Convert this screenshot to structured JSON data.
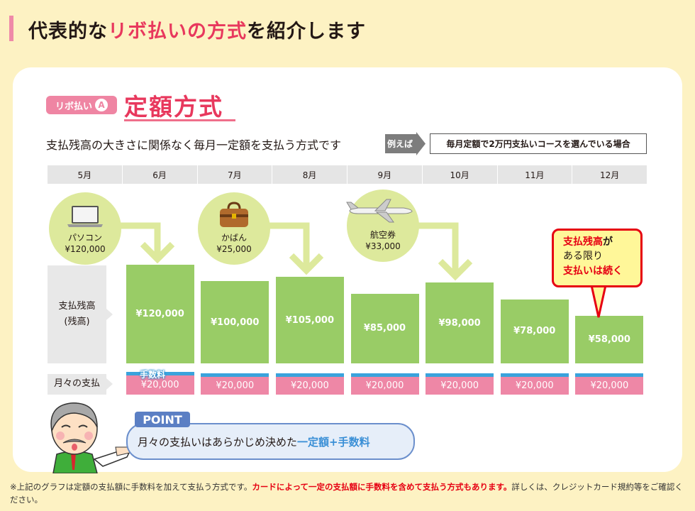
{
  "header": {
    "title_pre": "代表的な",
    "title_highlight": "リボ払いの方式",
    "title_post": "を紹介します"
  },
  "section": {
    "badge_label": "リボ払い",
    "badge_letter": "A",
    "method_title": "定額方式",
    "description": "支払残高の大きさに関係なく毎月一定額を支払う方式です",
    "example_label": "例えば",
    "example_text": "毎月定額で2万円支払いコースを選んでいる場合"
  },
  "months": [
    "5月",
    "6月",
    "7月",
    "8月",
    "9月",
    "10月",
    "11月",
    "12月"
  ],
  "purchases": [
    {
      "item": "パソコン",
      "price": "¥120,000",
      "icon": "laptop-icon"
    },
    {
      "item": "かばん",
      "price": "¥25,000",
      "icon": "bag-icon"
    },
    {
      "item": "航空券",
      "price": "¥33,000",
      "icon": "airplane-icon"
    }
  ],
  "row_labels": {
    "balance_line1": "支払残高",
    "balance_line2": "(残高)",
    "monthly": "月々の支払"
  },
  "chart_data": {
    "type": "bar",
    "categories": [
      "6月",
      "7月",
      "8月",
      "9月",
      "10月",
      "11月",
      "12月"
    ],
    "balance_values": [
      120000,
      100000,
      105000,
      85000,
      98000,
      78000,
      58000
    ],
    "balance_labels": [
      "¥120,000",
      "¥100,000",
      "¥105,000",
      "¥85,000",
      "¥98,000",
      "¥78,000",
      "¥58,000"
    ],
    "payment_values": [
      20000,
      20000,
      20000,
      20000,
      20000,
      20000,
      20000
    ],
    "payment_labels": [
      "¥20,000",
      "¥20,000",
      "¥20,000",
      "¥20,000",
      "¥20,000",
      "¥20,000",
      "¥20,000"
    ],
    "fee_label": "手数料"
  },
  "callout": {
    "line1_red": "支払残高",
    "line1_rest": "が",
    "line2": "ある限り",
    "line3_red": "支払いは続く"
  },
  "point": {
    "tag": "POINT",
    "text": "月々の支払いはあらかじめ決めた",
    "highlight": "一定額+手数料"
  },
  "footnote": {
    "part1": "※上記のグラフは定額の支払額に手数料を加えて支払う方式です。",
    "part2_red": "カードによって一定の支払額に手数料を含めて支払う方式もあります。",
    "part3": "詳しくは、クレジットカード規約等をご確認ください。"
  },
  "colors": {
    "accent": "#e8385d",
    "bar": "#99cc66",
    "payment": "#ee87a6",
    "fee": "#3aa3dc",
    "callout_border": "#e60012"
  }
}
